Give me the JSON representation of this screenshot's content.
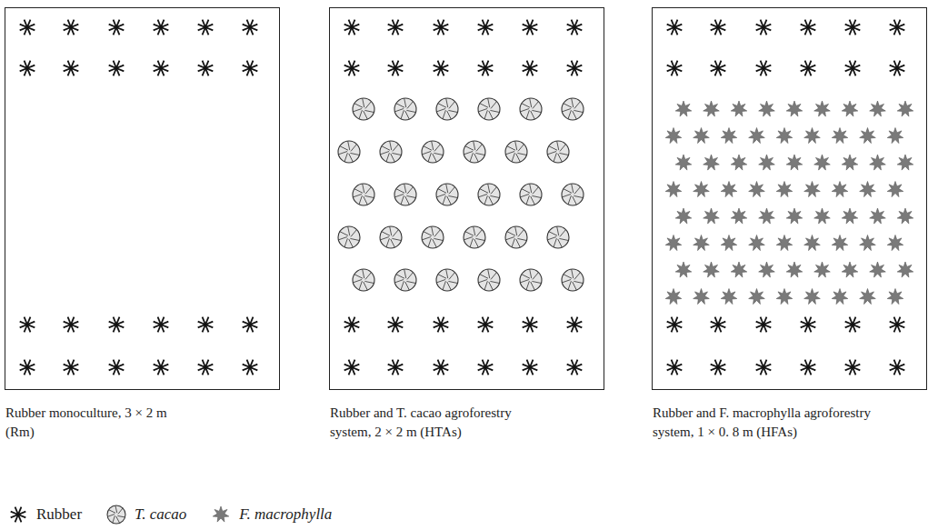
{
  "diagram": {
    "nodes": [
      {
        "text": [
          "Rubber monoculture, 3 × 2 m (Rm)"
        ]
      },
      {
        "text": [
          "Rubber and T. cacao agroforestry system, 2 × 2 m (HTAs)"
        ]
      },
      {
        "text": [
          "Rubber and F. macrophylla agroforestry system, 1 × 0. 8 m (HFAs)"
        ]
      }
    ],
    "legend": [
      {
        "text": "Rubber"
      },
      {
        "text": "T. cacao"
      },
      {
        "text": "F. macrophylla"
      }
    ]
  }
}
